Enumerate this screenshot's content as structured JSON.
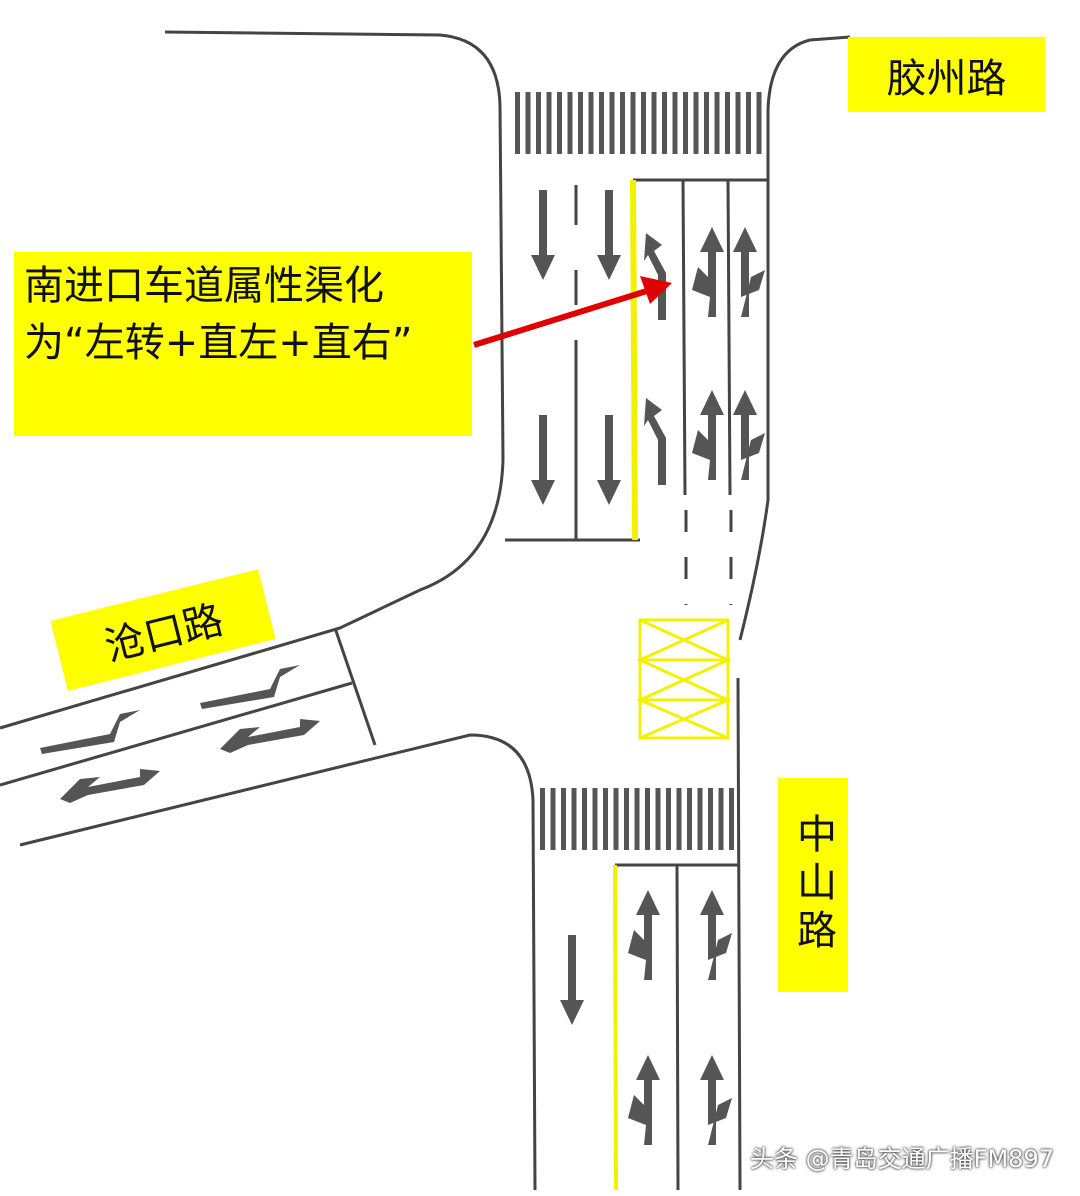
{
  "labels": {
    "north_road": "胶州路",
    "west_road": "沧口路",
    "south_road": "中山路",
    "annotation": "南进口车道属性渠化为“左转+直左+直右”"
  },
  "watermark": "头条 @青岛交通广播FM897",
  "colors": {
    "road_line": "#444444",
    "yellow_line": "#f2f200",
    "label_bg": "#ffff00",
    "pointer_arrow": "#e00000",
    "marking": "#555555"
  }
}
